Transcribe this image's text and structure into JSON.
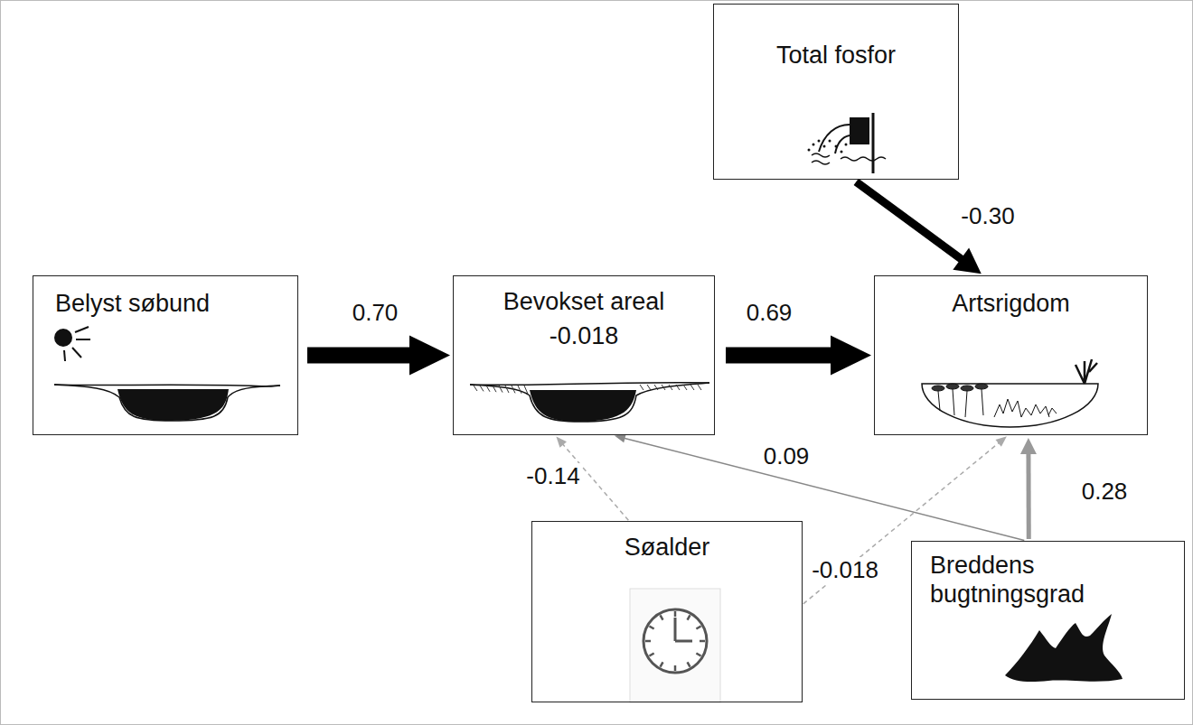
{
  "diagram": {
    "nodes": [
      {
        "text": [
          "Total fosfor"
        ]
      },
      {
        "text": [
          "Belyst søbund"
        ]
      },
      {
        "text": [
          "Bevokset areal",
          "-0.018"
        ]
      },
      {
        "text": [
          "Artsrigdom"
        ]
      },
      {
        "text": [
          "Søalder"
        ]
      },
      {
        "text": [
          "Breddens bugtningsgrad"
        ]
      }
    ],
    "edges": [
      {
        "from": 1,
        "to": 2,
        "arrow": "to",
        "label": "0.70"
      },
      {
        "from": 2,
        "to": 3,
        "arrow": "to",
        "label": "0.69"
      },
      {
        "from": 0,
        "to": 3,
        "arrow": "to",
        "label": "-0.30"
      },
      {
        "from": 4,
        "to": 2,
        "arrow": "to",
        "label": "-0.14"
      },
      {
        "from": 4,
        "to": 3,
        "arrow": "to",
        "label": "-0.018"
      },
      {
        "from": 5,
        "to": 2,
        "arrow": "to",
        "label": "0.09"
      },
      {
        "from": 5,
        "to": 3,
        "arrow": "to",
        "label": "0.28"
      }
    ]
  }
}
